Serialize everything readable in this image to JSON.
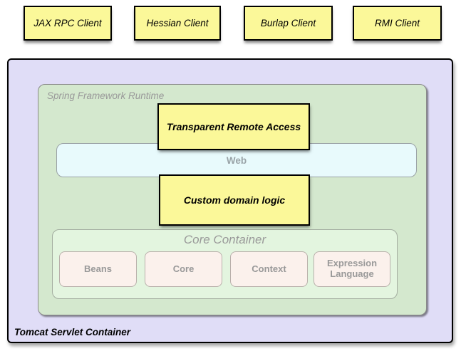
{
  "clients": [
    {
      "label": "JAX RPC Client"
    },
    {
      "label": "Hessian Client"
    },
    {
      "label": "Burlap Client"
    },
    {
      "label": "RMI Client"
    }
  ],
  "tomcat": {
    "label": "Tomcat Servlet Container",
    "spring": {
      "label": "Spring Framework Runtime",
      "transparent_remote_access": "Transparent Remote Access",
      "web": "Web",
      "custom_domain_logic": "Custom domain logic",
      "core_container": {
        "label": "Core Container",
        "modules": [
          "Beans",
          "Core",
          "Context",
          "Expression Language"
        ]
      }
    }
  },
  "colors": {
    "client_fill": "#FBF899",
    "container_fill": "#E0DDF7",
    "runtime_fill": "#D4E8CE",
    "web_fill": "#E8FAFC",
    "core_fill": "#E3F5DF",
    "module_fill": "#FBF1EC",
    "muted_text": "#999999"
  }
}
